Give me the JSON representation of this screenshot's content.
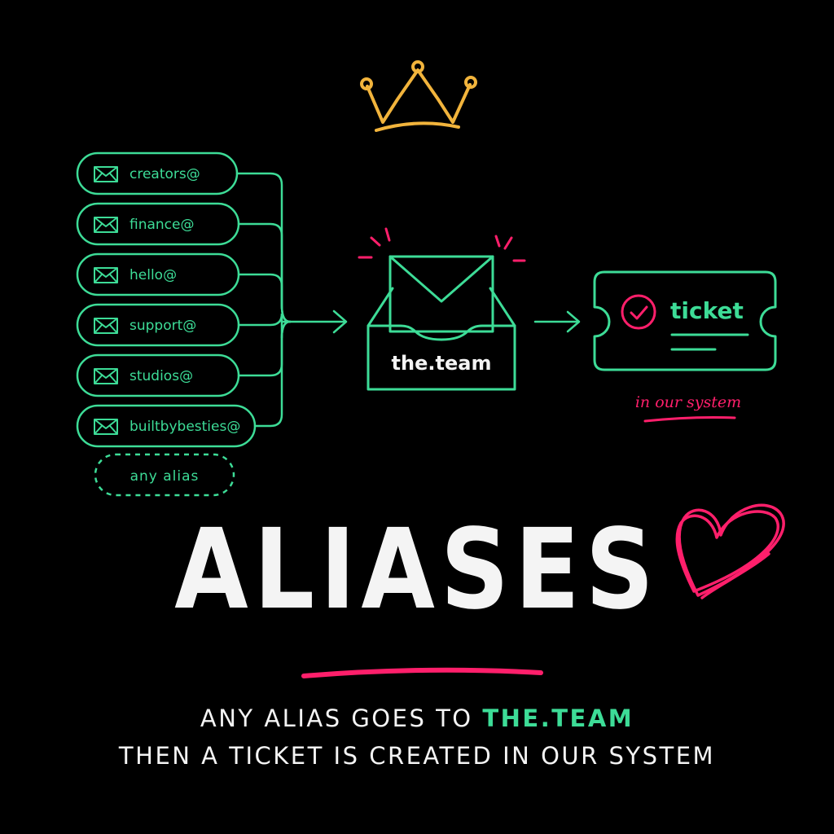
{
  "aliases": [
    {
      "label": "creators@"
    },
    {
      "label": "finance@"
    },
    {
      "label": "hello@"
    },
    {
      "label": "support@"
    },
    {
      "label": "studios@"
    },
    {
      "label": "builtbybesties@"
    }
  ],
  "any_alias": "any alias",
  "inbox_label": "the.team",
  "ticket_label": "ticket",
  "ticket_note": "in our system",
  "title": "ALIASES",
  "subtitle": {
    "line1_prefix": "ANY ALIAS GOES TO",
    "line1_accent": "THE.TEAM",
    "line2": "THEN A TICKET IS CREATED IN OUR SYSTEM"
  },
  "colors": {
    "background": "#000000",
    "green": "#3ddc97",
    "pink": "#ff1f6b",
    "gold": "#f2b43c",
    "text": "#f4f4f4"
  },
  "icons": {
    "alias": "mail-icon",
    "inbox": "inbox-tray-icon",
    "ticket": "check-circle-icon",
    "decor_top": "crown-icon",
    "decor_right": "heart-icon"
  }
}
